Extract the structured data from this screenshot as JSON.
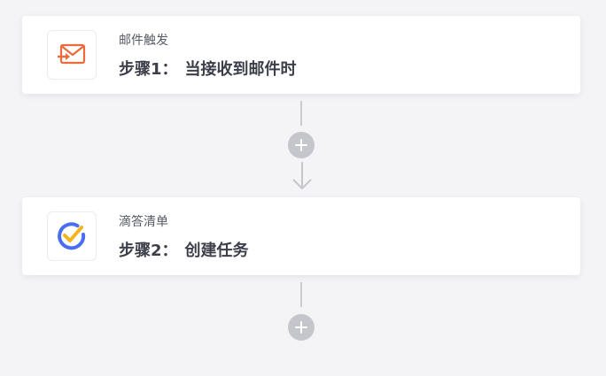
{
  "steps": [
    {
      "app_name": "邮件触发",
      "step_label": "步骤1：",
      "action": "当接收到邮件时",
      "icon": "mail-trigger-icon",
      "icon_color": "#ee6a3a"
    },
    {
      "app_name": "滴答清单",
      "step_label": "步骤2：",
      "action": "创建任务",
      "icon": "ticktick-icon",
      "icon_color": "#4a6ef0",
      "icon_accent": "#f5b31f"
    }
  ],
  "connectors": [
    {
      "type": "add-step-button",
      "icon": "plus-icon"
    },
    {
      "type": "add-step-button",
      "icon": "plus-icon"
    }
  ],
  "colors": {
    "background": "#f4f4f6",
    "card": "#ffffff",
    "connector": "#c4c6cb",
    "title_text": "#3c3f4a"
  }
}
